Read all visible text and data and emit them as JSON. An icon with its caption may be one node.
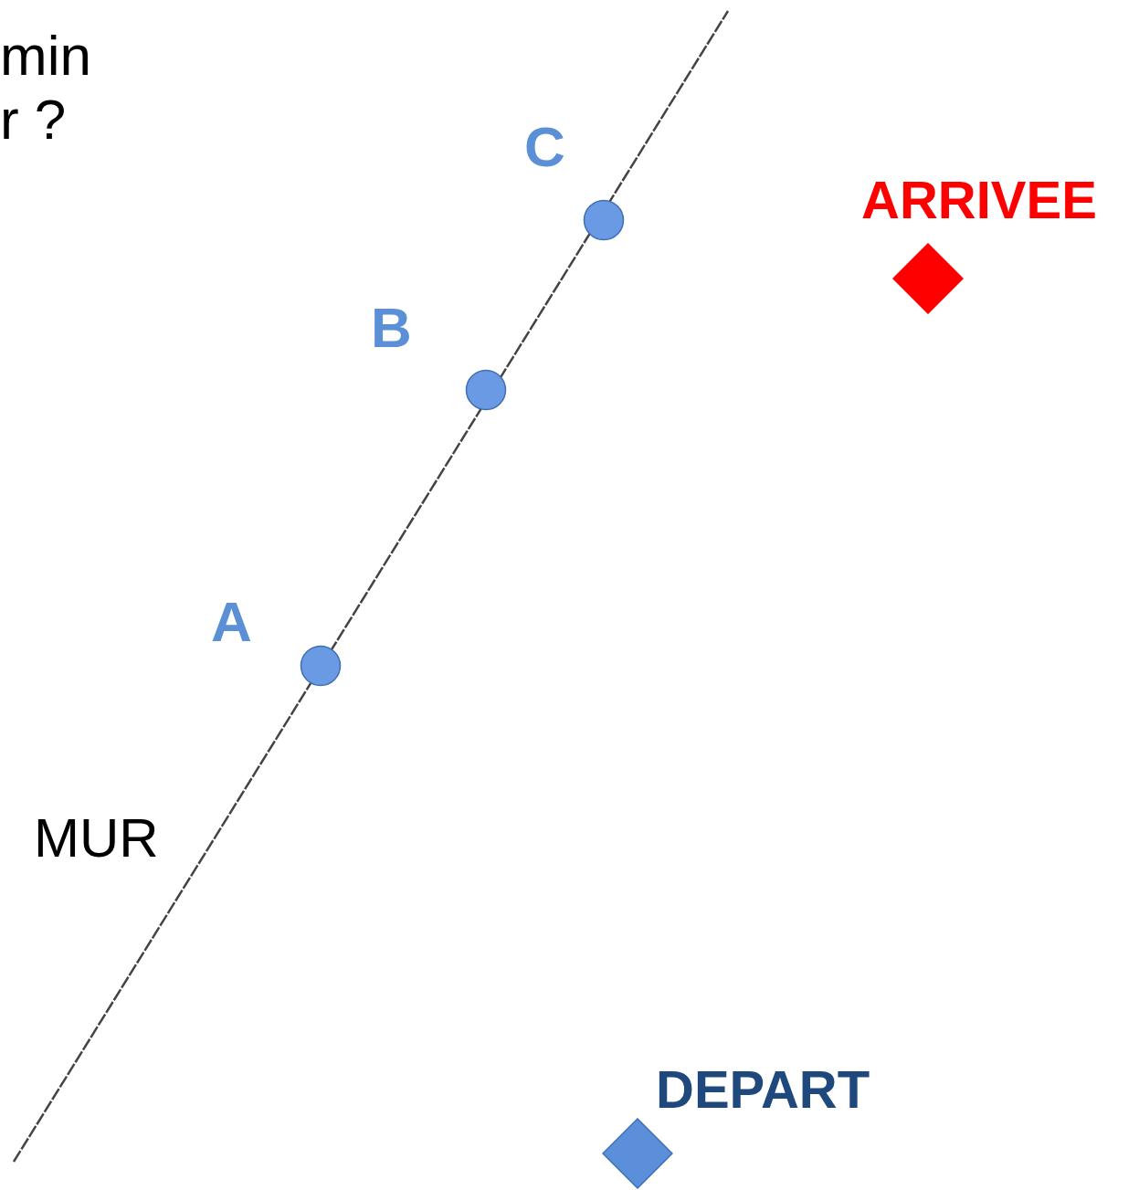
{
  "diagram": {
    "nodes": [
      {
        "text": [],
        "shape": "circle",
        "beside": [
          "C"
        ]
      },
      {
        "text": [],
        "shape": "circle",
        "beside": [
          "B"
        ]
      },
      {
        "text": [],
        "shape": "circle",
        "beside": [
          "A"
        ]
      },
      {
        "text": [],
        "shape": "diamond",
        "beside": [
          "ARRIVEE"
        ]
      },
      {
        "text": [],
        "shape": "diamond",
        "beside": [
          "DEPART"
        ]
      }
    ],
    "labels": [
      "min",
      "r ?",
      "MUR"
    ]
  }
}
